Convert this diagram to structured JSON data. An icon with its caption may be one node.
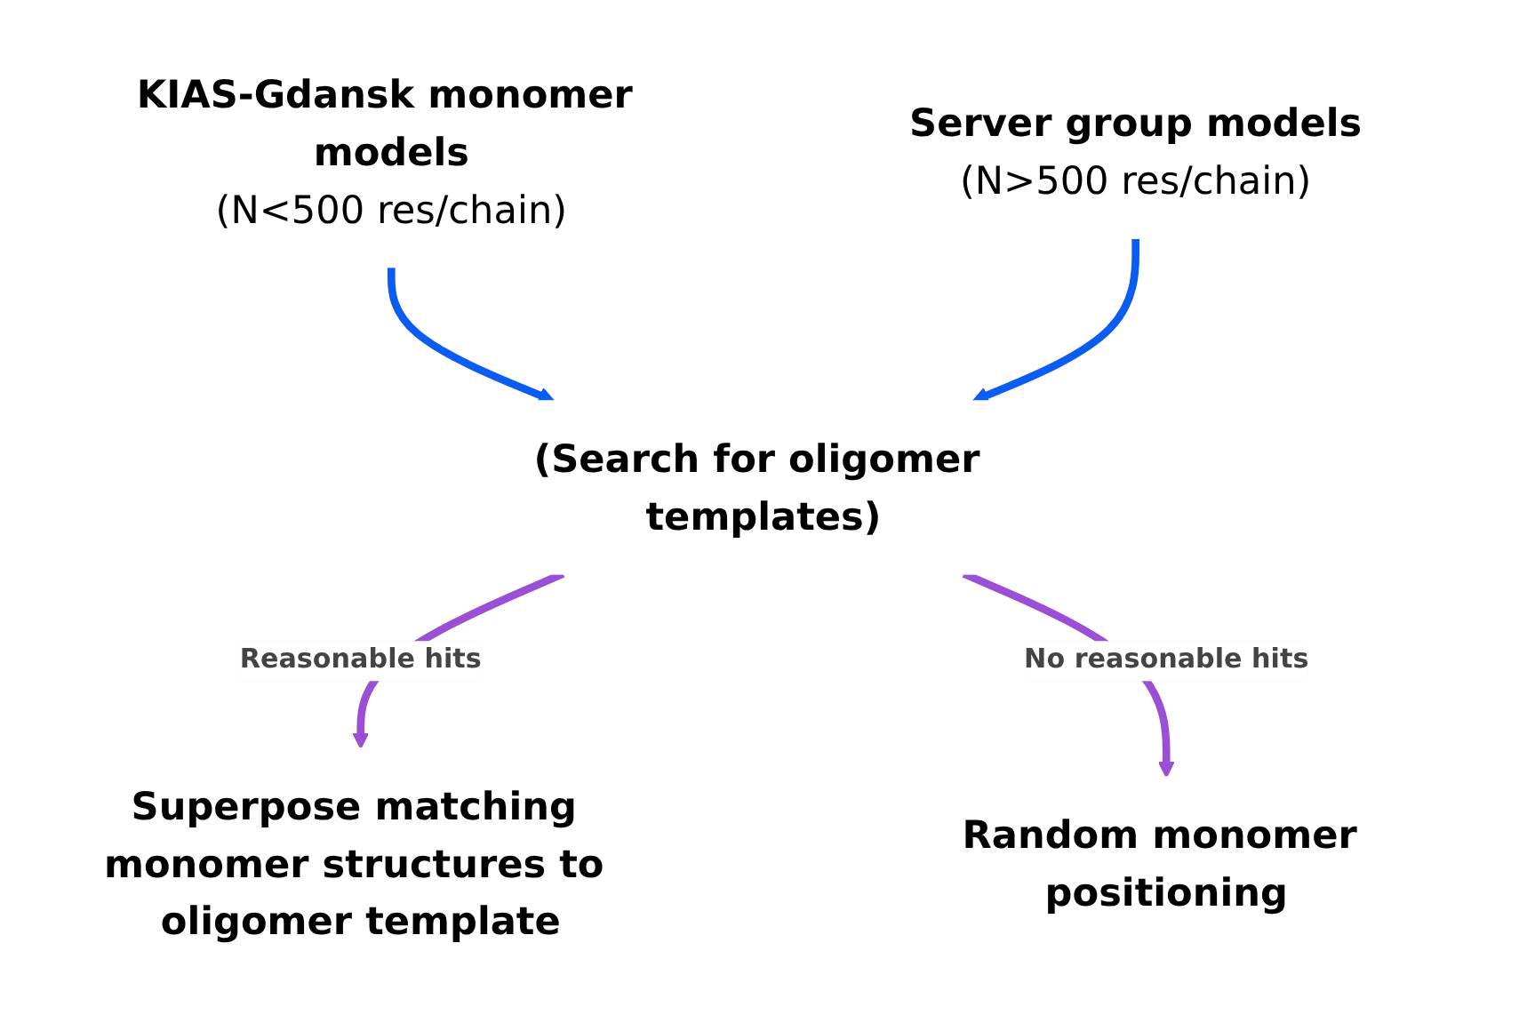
{
  "diagram": {
    "nodes": [
      {
        "text": [
          "KIAS-Gdansk monomer models",
          "(N<500 res/chain)"
        ]
      },
      {
        "text": [
          "Server group models",
          "(N>500 res/chain)"
        ]
      },
      {
        "text": [
          "(Search for oligomer templates)"
        ]
      },
      {
        "text": [
          "Superpose matching monomer structures to oligomer template"
        ]
      },
      {
        "text": [
          "Random monomer positioning"
        ]
      }
    ],
    "edges": [
      {
        "from": 0,
        "to": 2,
        "arrow": "to",
        "color": "#0b5cf2"
      },
      {
        "from": 1,
        "to": 2,
        "arrow": "to",
        "color": "#0b5cf2"
      },
      {
        "from": 2,
        "to": 3,
        "arrow": "to",
        "label": "Reasonable hits",
        "color": "#9a4fd4"
      },
      {
        "from": 2,
        "to": 4,
        "arrow": "to",
        "label": "No reasonable hits",
        "color": "#9a4fd4"
      }
    ]
  }
}
